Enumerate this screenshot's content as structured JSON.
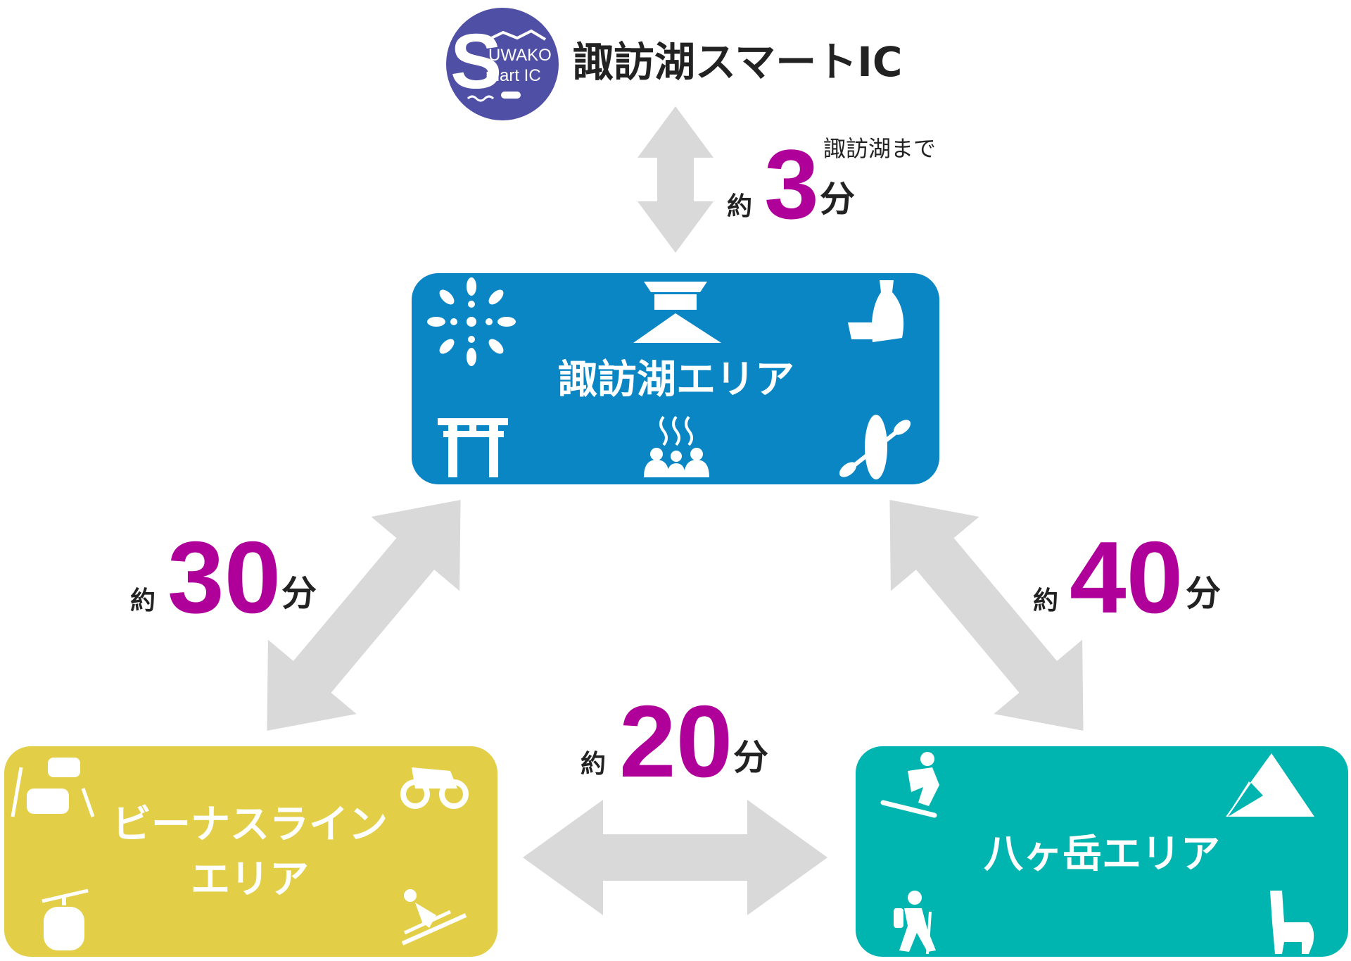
{
  "header": {
    "logo": {
      "line1": "UWAKO",
      "line2": "mart IC",
      "initial": "S"
    },
    "title": "諏訪湖スマートIC"
  },
  "colors": {
    "logo": "#4f4fa6",
    "suwa_area": "#0a86c4",
    "venus_area": "#e3cf47",
    "yatsu_area": "#00b4b0",
    "accent_number": "#b0009a",
    "arrow": "#d9d9d9",
    "text": "#222222"
  },
  "routes": {
    "ic_to_suwa": {
      "prefix": "約",
      "value": "3",
      "unit": "分",
      "note": "諏訪湖まで"
    },
    "suwa_to_venus": {
      "prefix": "約",
      "value": "30",
      "unit": "分"
    },
    "suwa_to_yatsu": {
      "prefix": "約",
      "value": "40",
      "unit": "分"
    },
    "venus_to_yatsu": {
      "prefix": "約",
      "value": "20",
      "unit": "分"
    }
  },
  "areas": {
    "suwa": {
      "label": "諏訪湖エリア",
      "icons": [
        "fireworks-icon",
        "castle-icon",
        "sake-icon",
        "torii-icon",
        "onsen-icon",
        "kayak-icon"
      ]
    },
    "venus": {
      "label_line1": "ビーナスライン",
      "label_line2": "エリア",
      "icons": [
        "cars-road-icon",
        "motorcycle-icon",
        "ropeway-icon",
        "ski-icon"
      ]
    },
    "yatsu": {
      "label": "八ヶ岳エリア",
      "icons": [
        "snowboard-icon",
        "mountain-icon",
        "hiking-icon",
        "alpaca-icon"
      ]
    }
  }
}
